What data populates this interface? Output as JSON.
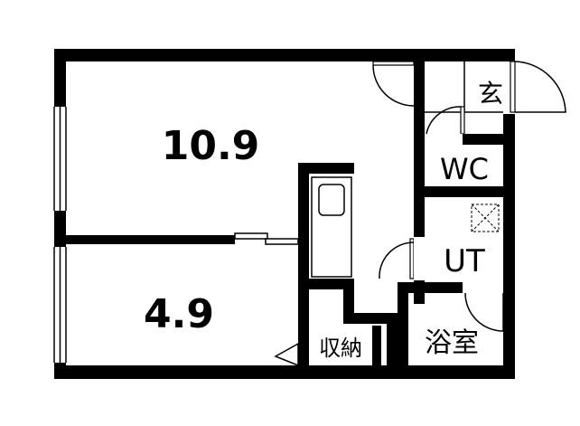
{
  "floor_plan": {
    "rooms": {
      "main_room": {
        "label": "10.9"
      },
      "second_room": {
        "label": "4.9"
      },
      "entrance": {
        "label": "玄"
      },
      "toilet": {
        "label": "WC"
      },
      "utility": {
        "label": "UT"
      },
      "bathroom": {
        "label": "浴室"
      },
      "storage": {
        "label": "収納"
      }
    },
    "colors": {
      "wall": "#000000",
      "background": "#ffffff",
      "window": "#ffffff"
    }
  }
}
